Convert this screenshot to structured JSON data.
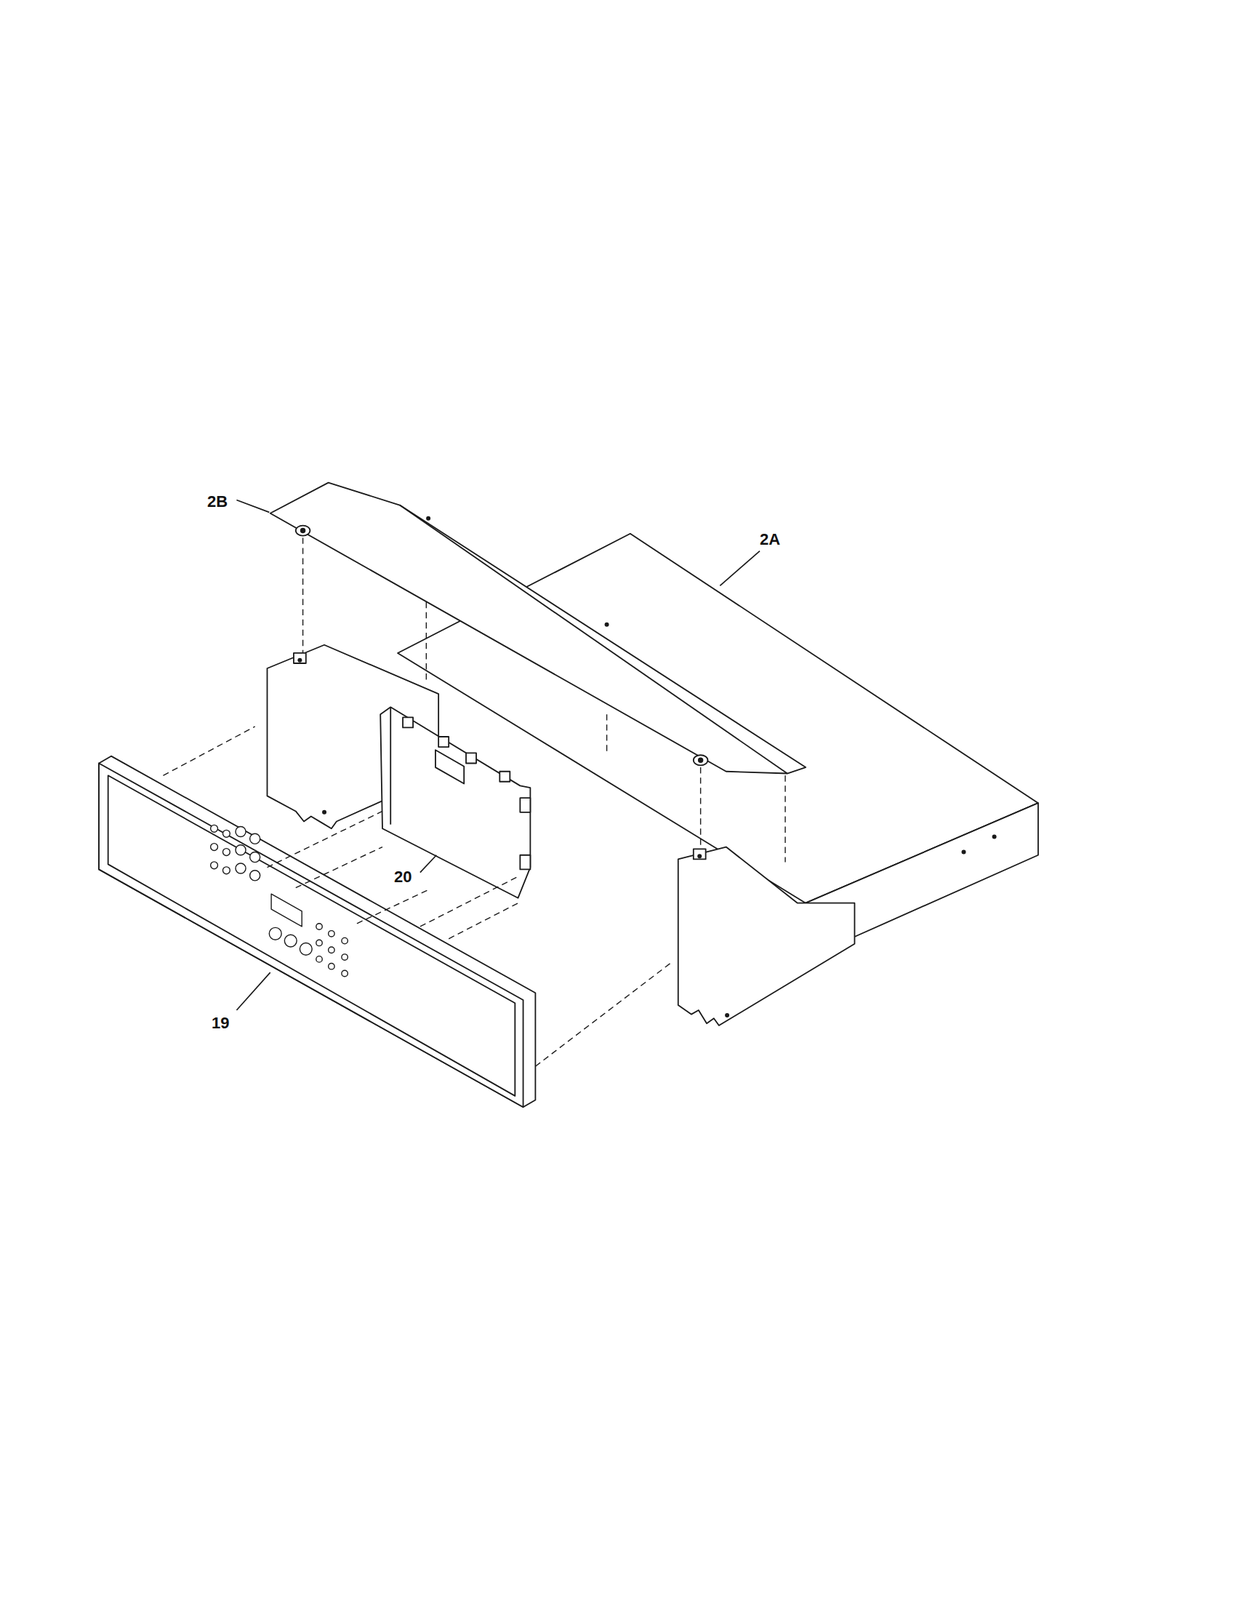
{
  "diagram": {
    "labels": [
      "2B",
      "2A",
      "20",
      "19"
    ]
  }
}
